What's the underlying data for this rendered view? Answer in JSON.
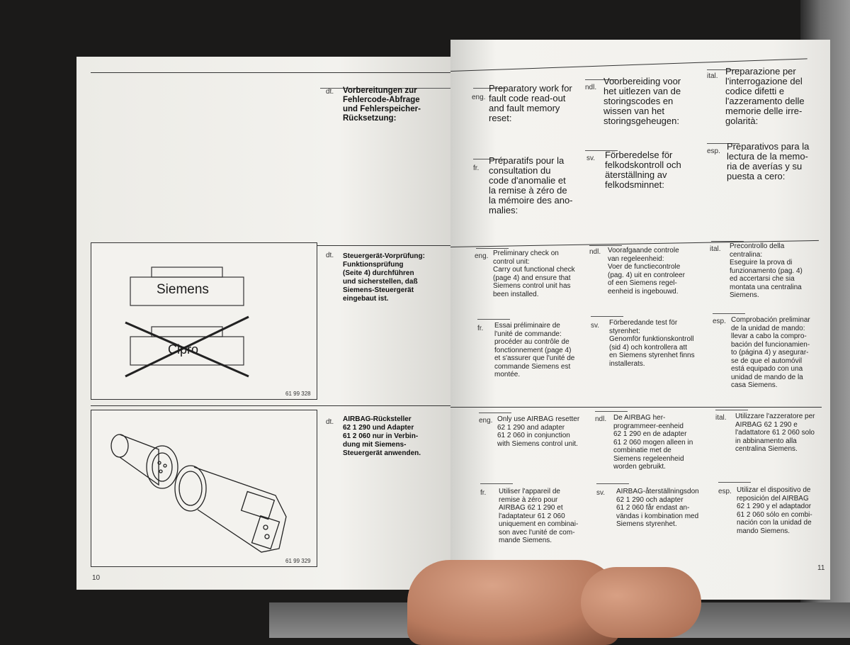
{
  "left": {
    "page_number": "10",
    "sections": [
      {
        "lang": "dt.",
        "text": "Vorbereitungen zur\nFehlercode-Abfrage\nund Fehlerspeicher-\nRücksetzung:"
      },
      {
        "lang": "dt.",
        "text": "Steuergerät-Vorprüfung:\nFunktionsprüfung\n(Seite 4) durchführen\nund sicherstellen, daß\nSiemens-Steuergerät\neingebaut ist."
      },
      {
        "lang": "dt.",
        "text": "AIRBAG-Rücksteller\n62 1 290 und Adapter\n61 2 060 nur in Verbin-\ndung mit Siemens-\nSteuergerät anwenden."
      }
    ],
    "figures": [
      {
        "label_top": "Siemens",
        "label_bottom": "Cipro",
        "number": "61 99 328"
      },
      {
        "number": "61 99 329"
      }
    ]
  },
  "right": {
    "page_number": "11",
    "block1": [
      {
        "lang": "eng.",
        "text": "Preparatory work for\nfault code read-out\nand fault memory\nreset:"
      },
      {
        "lang": "ndl.",
        "text": "Voorbereiding voor\nhet uitlezen van de\nstoringscodes en\nwissen van het\nstoringsgeheugen:"
      },
      {
        "lang": "ital.",
        "text": "Preparazione per\nl'interrogazione del\ncodice difetti e\nl'azzeramento delle\nmemorie delle irre-\ngolarità:"
      },
      {
        "lang": "fr.",
        "text": "Préparatifs pour la\nconsultation du\ncode d'anomalie et\nla remise à zéro de\nla mémoire des ano-\nmalies:"
      },
      {
        "lang": "sv.",
        "text": "Förberedelse för\nfelkodskontroll och\näterställning av\nfelkodsminnet:"
      },
      {
        "lang": "esp.",
        "text": "Preparativos para la\nlectura de la memo-\nria de averías y su\npuesta a cero:"
      }
    ],
    "block2": [
      {
        "lang": "eng.",
        "text": "Preliminary check on\ncontrol unit:\nCarry out functional check\n(page 4) and ensure that\nSiemens control unit has\nbeen installed."
      },
      {
        "lang": "ndl.",
        "text": "Voorafgaande controle\nvan regeleenheid:\nVoer de functiecontrole\n(pag. 4) uit en controleer\nof een Siemens regel-\neenheid is ingebouwd."
      },
      {
        "lang": "ital.",
        "text": "Precontrollo della\ncentralina:\nEseguire la prova di\nfunzionamento (pag. 4)\ned accertarsi che sia\nmontata una centralina\nSiemens."
      },
      {
        "lang": "fr.",
        "text": "Essai préliminaire de\nl'unité de commande:\nprocéder au contrôle de\nfonctionnement (page 4)\net s'assurer que l'unité de\ncommande Siemens est\nmontée."
      },
      {
        "lang": "sv.",
        "text": "Förberedande test för\nstyrenhet:\nGenomför funktionskontroll\n(sid 4) och kontrollera att\nen Siemens styrenhet finns\ninstallerats."
      },
      {
        "lang": "esp.",
        "text": "Comprobación preliminar\nde la unidad de mando:\nllevar a cabo la compro-\nbación del funcionamien-\nto (página 4) y asegurar-\nse de que el automóvil\nestá equipado con una\nunidad de mando de la\ncasa Siemens."
      }
    ],
    "block3": [
      {
        "lang": "eng.",
        "text": "Only use AIRBAG resetter\n62 1 290 and adapter\n61 2 060 in conjunction\nwith Siemens control unit."
      },
      {
        "lang": "ndl.",
        "text": "De AIRBAG her-\nprogrammeer-eenheid\n62 1 290 en de adapter\n61 2 060 mogen alleen in\ncombinatie met de\nSiemens regeleenheid\nworden gebruikt."
      },
      {
        "lang": "ital.",
        "text": "Utilizzare l'azzeratore per\nAIRBAG 62 1 290 e\nl'adattatore 61 2 060 solo\nin abbinamento alla\ncentralina Siemens."
      },
      {
        "lang": "fr.",
        "text": "Utiliser l'appareil de\nremise à zéro pour\nAIRBAG 62 1 290 et\nl'adaptateur 61 2 060\nuniquement en combinai-\nson avec l'unité de com-\nmande Siemens."
      },
      {
        "lang": "sv.",
        "text": "AIRBAG-återställningsdon\n62 1 290 och adapter\n61 2 060 får endast an-\nvändas i kombination med\nSiemens styrenhet."
      },
      {
        "lang": "esp.",
        "text": "Utilizar el dispositivo de\nreposición del AIRBAG\n62 1 290 y el adaptador\n61 2 060 sólo en combi-\nnación con la unidad de\nmando Siemens."
      }
    ]
  }
}
